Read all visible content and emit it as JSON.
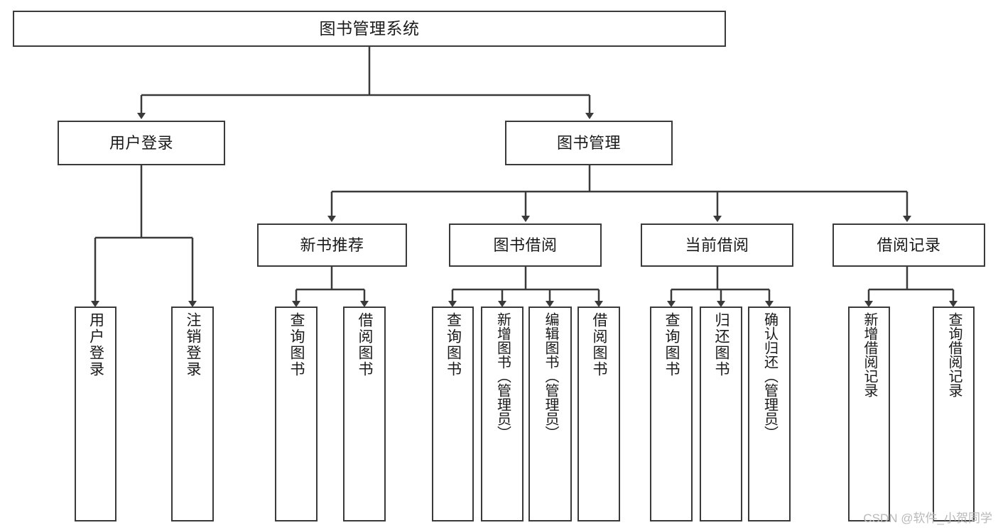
{
  "diagram": {
    "title": "图书管理系统",
    "type": "tree-hierarchy",
    "colors": {
      "box_border": "#3a3a3a",
      "box_fill": "#ffffff",
      "connector": "#3a3a3a",
      "text": "#1a1a1a",
      "watermark": "#b9b9b9",
      "background": "#ffffff"
    },
    "watermark": "CSDN @软件_小贺同学"
  },
  "nodes": {
    "root": {
      "label": "图书管理系统"
    },
    "level2": [
      {
        "label": "用户登录"
      },
      {
        "label": "图书管理"
      }
    ],
    "level3": [
      {
        "label": "新书推荐"
      },
      {
        "label": "图书借阅"
      },
      {
        "label": "当前借阅"
      },
      {
        "label": "借阅记录"
      }
    ],
    "leaves": {
      "user_login": [
        {
          "label": "用户登录"
        },
        {
          "label": "注销登录"
        }
      ],
      "new_book_recommend": [
        {
          "label": "查询图书"
        },
        {
          "label": "借阅图书"
        }
      ],
      "book_borrow": [
        {
          "label": "查询图书"
        },
        {
          "label": "新增图书（管理员）"
        },
        {
          "label": "编辑图书（管理员）"
        },
        {
          "label": "借阅图书"
        }
      ],
      "current_borrow": [
        {
          "label": "查询图书"
        },
        {
          "label": "归还图书"
        },
        {
          "label": "确认归还（管理员）"
        }
      ],
      "borrow_record": [
        {
          "label": "新增借阅记录"
        },
        {
          "label": "查询借阅记录"
        }
      ]
    }
  }
}
